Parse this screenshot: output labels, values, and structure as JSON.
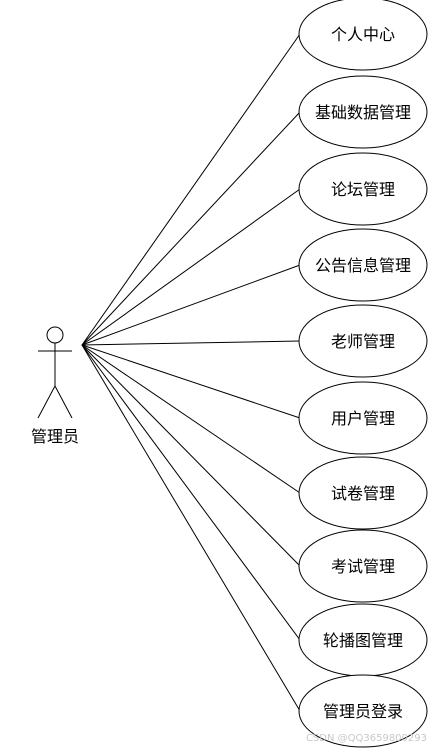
{
  "actor": {
    "label": "管理员"
  },
  "use_cases": [
    {
      "label": "个人中心"
    },
    {
      "label": "基础数据管理"
    },
    {
      "label": "论坛管理"
    },
    {
      "label": "公告信息管理"
    },
    {
      "label": "老师管理"
    },
    {
      "label": "用户管理"
    },
    {
      "label": "试卷管理"
    },
    {
      "label": "考试管理"
    },
    {
      "label": "轮播图管理"
    },
    {
      "label": "管理员登录"
    }
  ],
  "watermark": "CSDN @QQ3659800293",
  "colors": {
    "stroke": "#000000",
    "background": "#ffffff",
    "watermark": "#c8c8c8"
  }
}
